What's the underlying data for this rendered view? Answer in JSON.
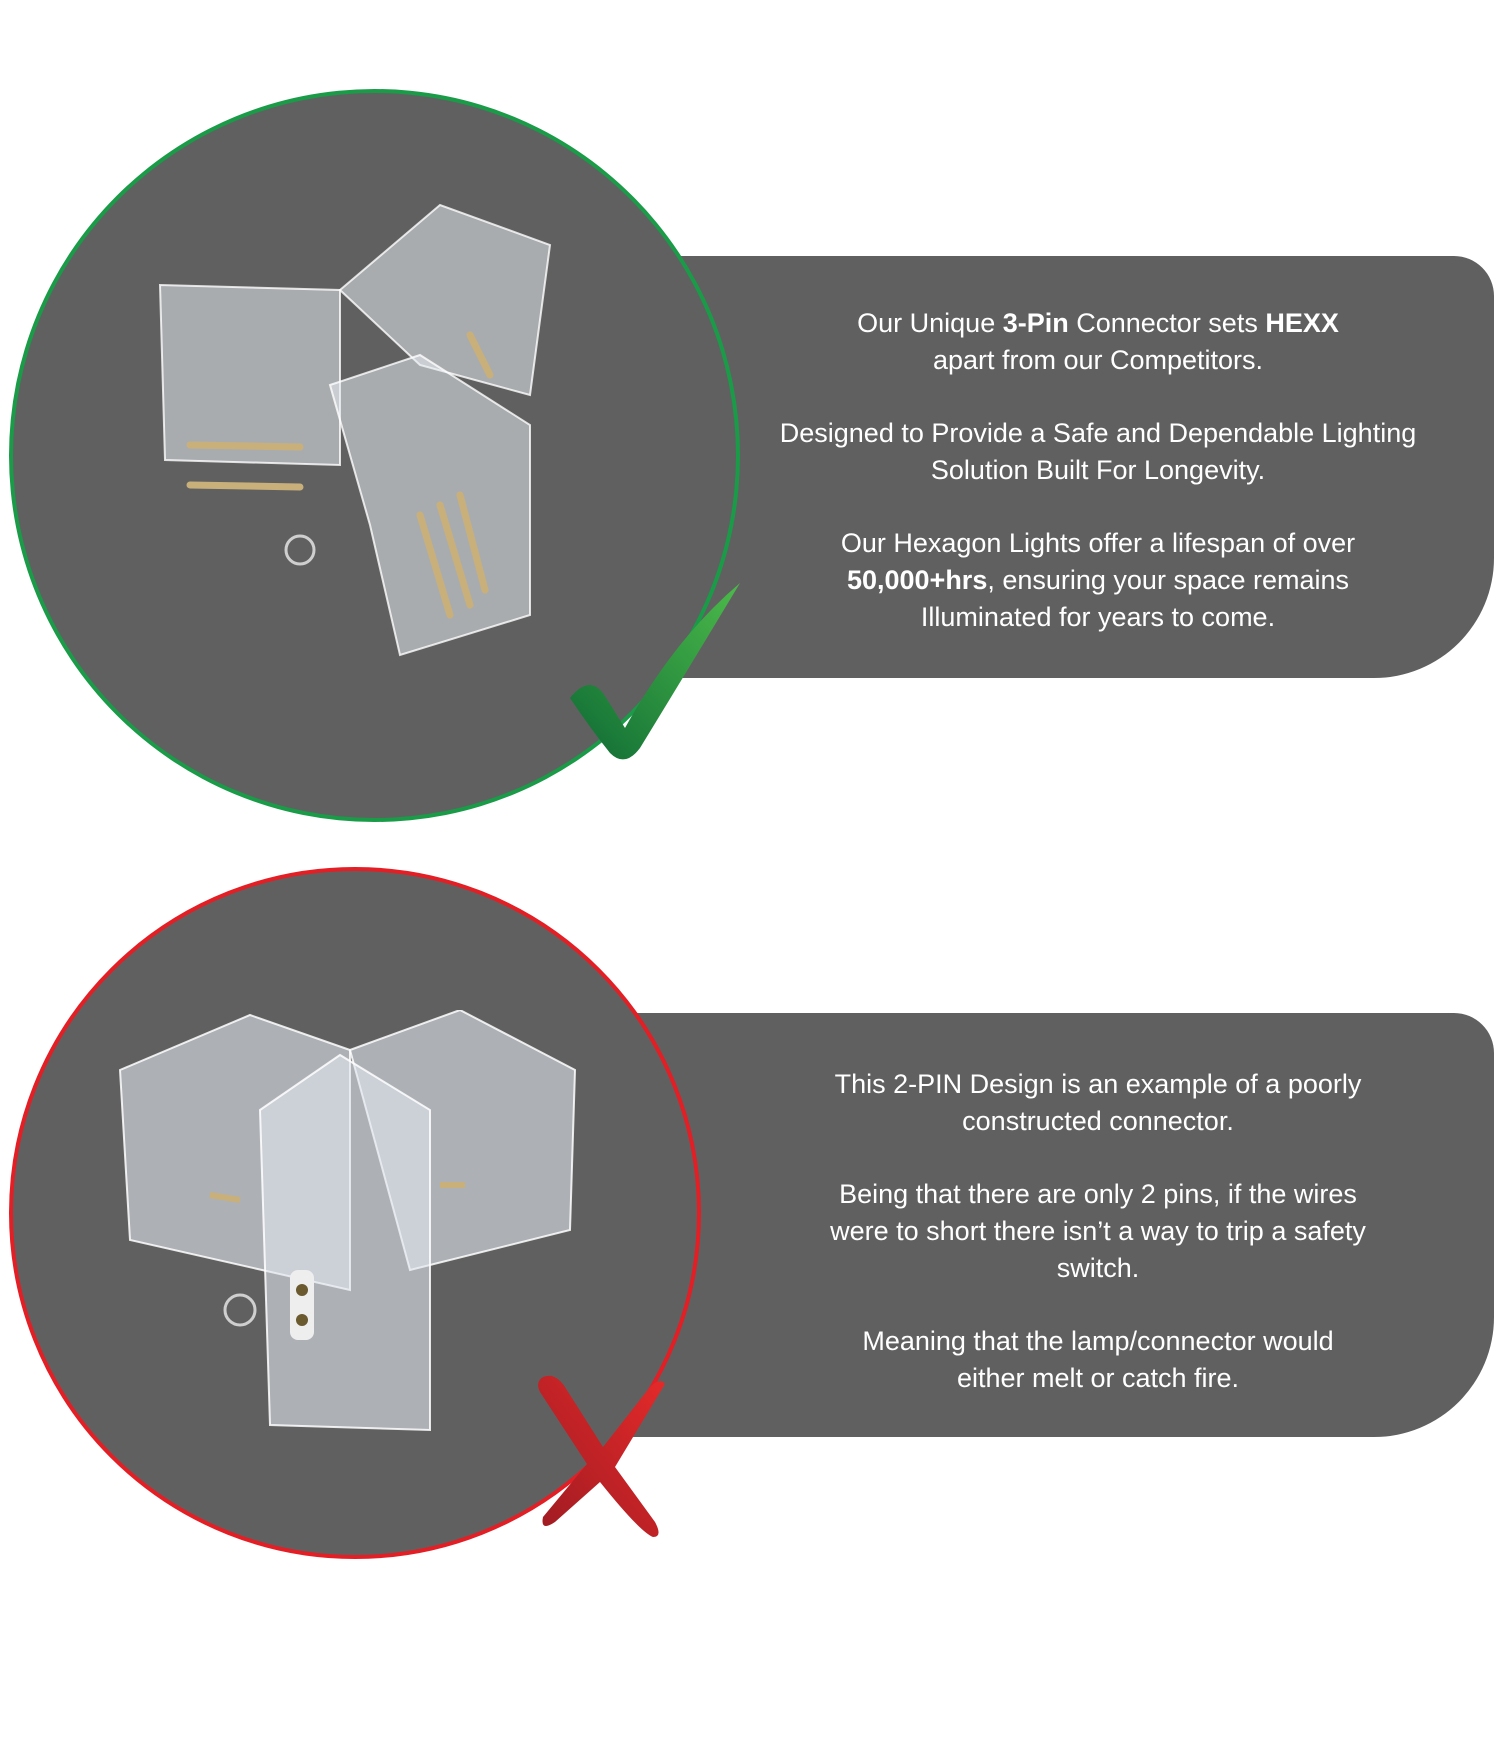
{
  "good": {
    "status": "check",
    "color": "#1a9b48",
    "paragraphs": [
      [
        "Our Unique ",
        "3-Pin",
        " Connector sets ",
        "HEXX",
        " apart from our Competitors."
      ],
      [
        "Designed to Provide a Safe and Dependable Lighting Solution Built For Longevity."
      ],
      [
        "Our Hexagon Lights offer a lifespan of over ",
        "50,000+hrs",
        ", ensuring your space remains Illuminated for years to come."
      ]
    ]
  },
  "bad": {
    "status": "cross",
    "color": "#e31e24",
    "paragraphs": [
      "This 2-PIN Design is an example of a poorly constructed connector.",
      "Being that there are only 2 pins, if the wires were to short there isn’t a way to trip a safety switch.",
      "Meaning that the lamp/connector would either melt or catch fire."
    ]
  }
}
